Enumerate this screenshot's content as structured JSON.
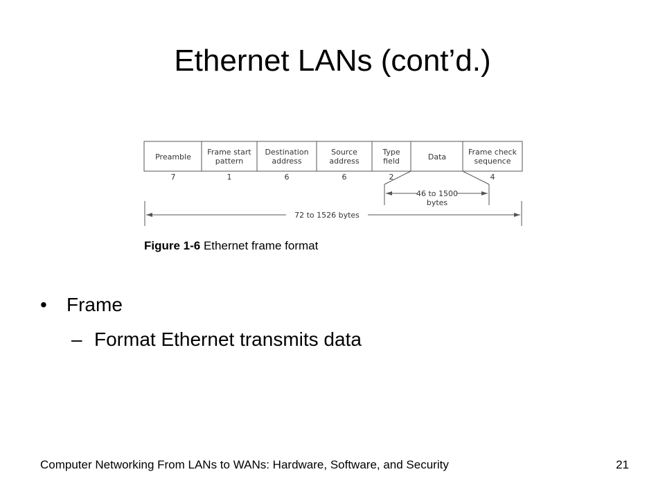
{
  "slide": {
    "title": "Ethernet LANs (cont’d.)",
    "caption_bold": "Figure 1-6",
    "caption_rest": " Ethernet frame format",
    "bullets": [
      {
        "marker": "•",
        "text": "Frame"
      },
      {
        "marker": "–",
        "text": "Format Ethernet transmits data"
      }
    ],
    "footer": "Computer Networking From LANs to WANs: Hardware, Software, and Security",
    "page_number": "21"
  },
  "diagram": {
    "fields": [
      {
        "line1": "Preamble",
        "line2": "",
        "size": "7"
      },
      {
        "line1": "Frame start",
        "line2": "pattern",
        "size": "1"
      },
      {
        "line1": "Destination",
        "line2": "address",
        "size": "6"
      },
      {
        "line1": "Source",
        "line2": "address",
        "size": "6"
      },
      {
        "line1": "Type",
        "line2": "field",
        "size": "2"
      },
      {
        "line1": "Data",
        "line2": "",
        "size": ""
      },
      {
        "line1": "Frame check",
        "line2": "sequence",
        "size": "4"
      }
    ],
    "data_range_line1": "46 to 1500",
    "data_range_line2": "bytes",
    "total_range": "72 to 1526 bytes"
  }
}
